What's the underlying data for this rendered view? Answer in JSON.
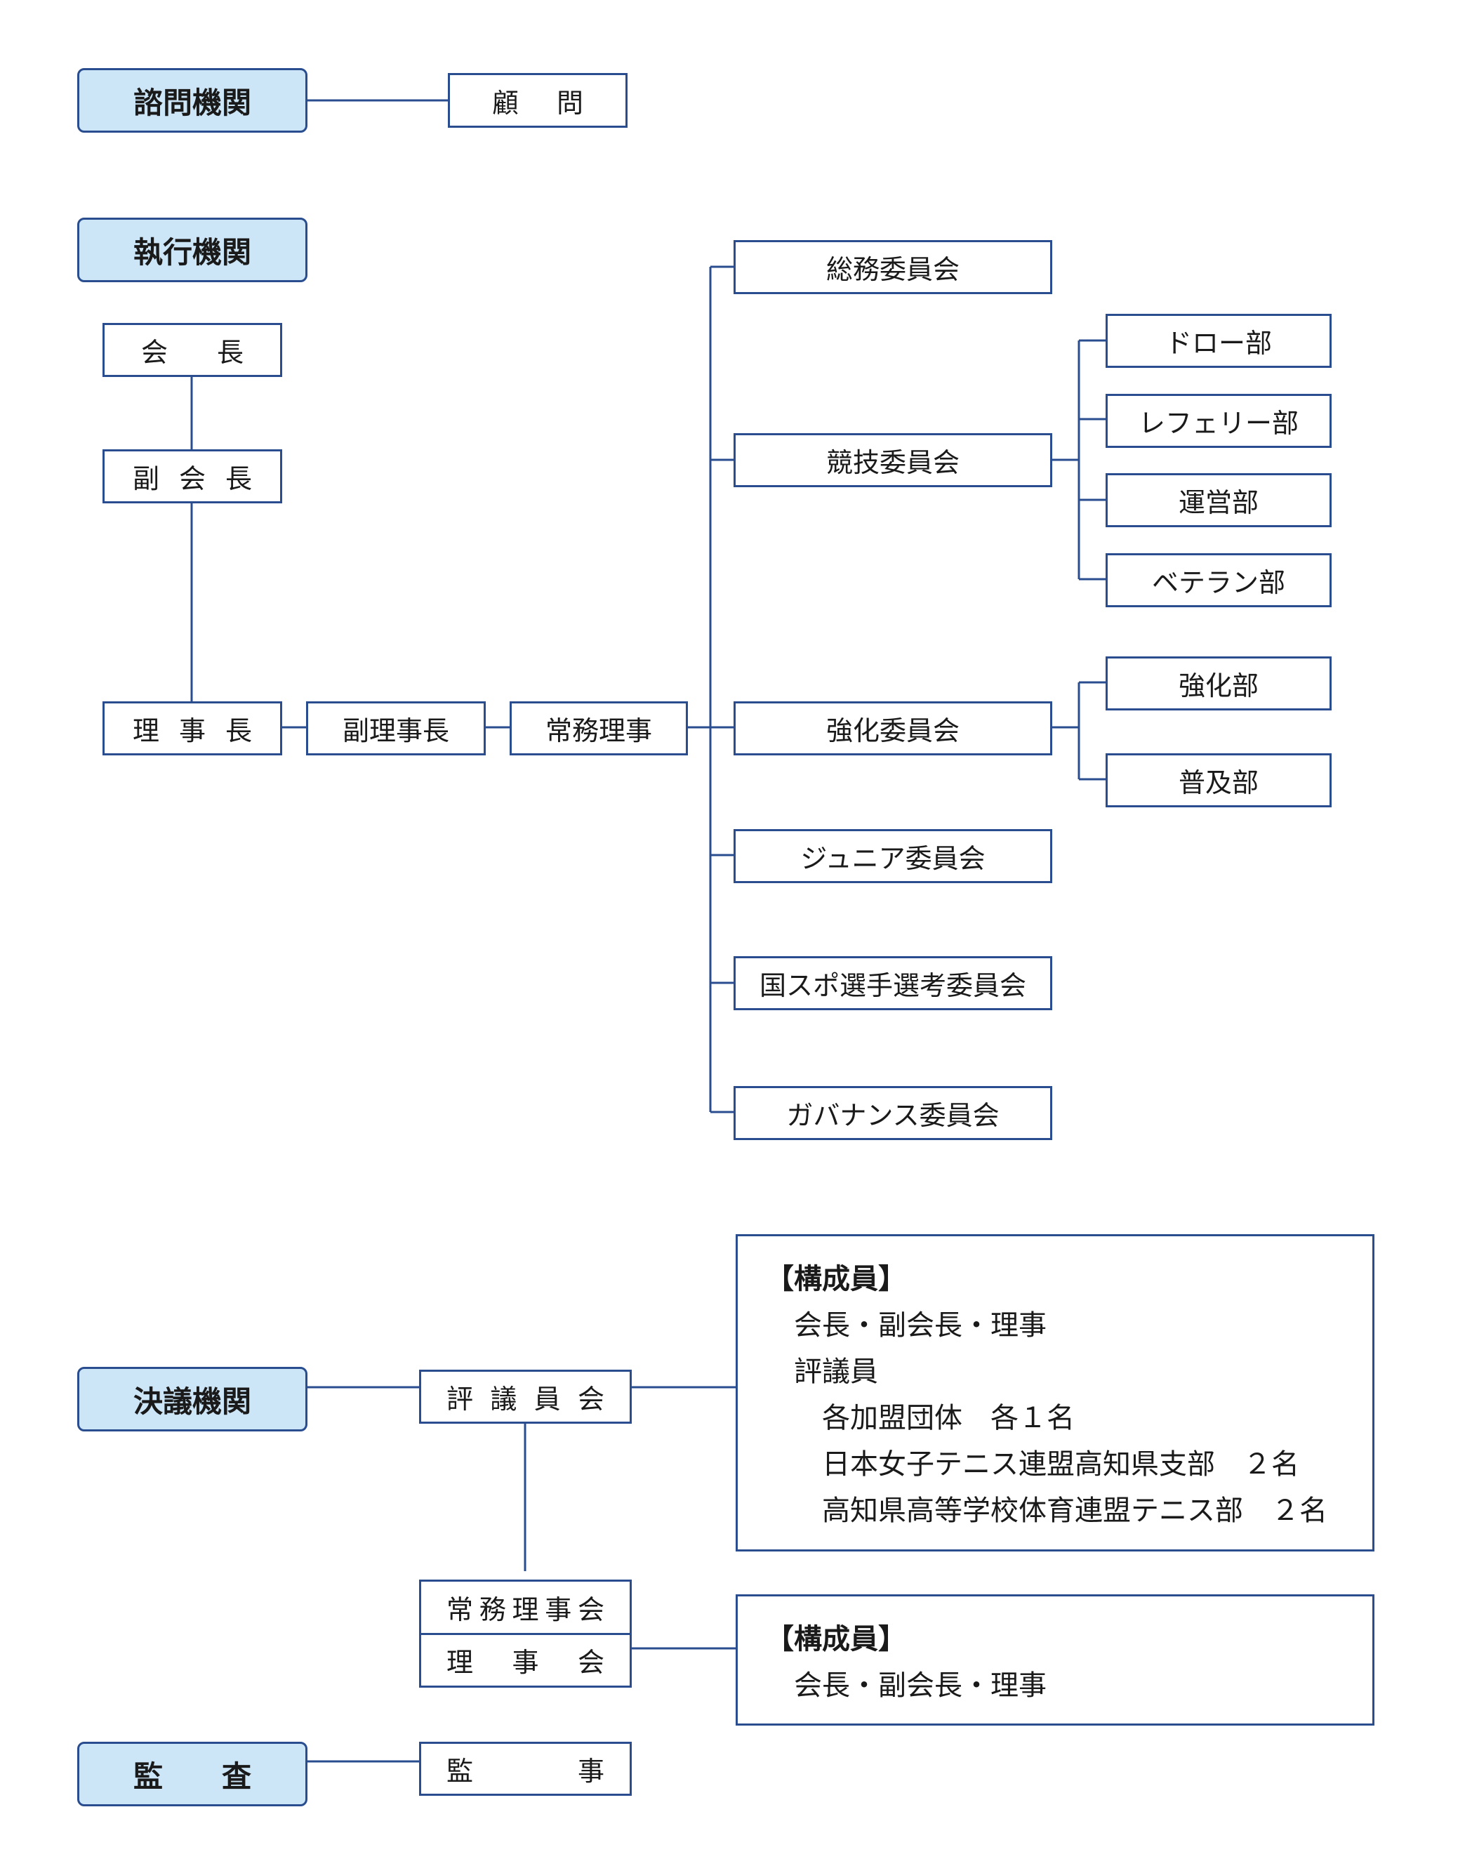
{
  "advisory": {
    "category": "諮問機関",
    "box": [
      "顧",
      "問"
    ]
  },
  "executive": {
    "category": "執行機関",
    "chain": {
      "president": [
        "会",
        "長"
      ],
      "vice_president": [
        "副",
        "会",
        "長"
      ],
      "chairman": [
        "理",
        "事",
        "長"
      ],
      "vice_chairman": "副理事長",
      "managing_director": "常務理事"
    },
    "committees": {
      "general_affairs": "総務委員会",
      "competition": "競技委員会",
      "strengthening": "強化委員会",
      "junior": "ジュニア委員会",
      "national_sports_selection": "国スポ選手選考委員会",
      "governance": "ガバナンス委員会"
    },
    "competition_departments": [
      "ドロー部",
      "レフェリー部",
      "運営部",
      "ベテラン部"
    ],
    "strengthening_departments": [
      "強化部",
      "普及部"
    ]
  },
  "deliberative": {
    "category": "決議機関",
    "council": [
      "評",
      "議",
      "員",
      "会"
    ],
    "board_top": [
      "常",
      "務",
      "理",
      "事",
      "会"
    ],
    "board_bottom": [
      "理",
      "事",
      "会"
    ],
    "council_members": {
      "heading": "【構成員】",
      "line1": "会長・副会長・理事",
      "line2": "評議員",
      "line3": "各加盟団体　各１名",
      "line4": "日本女子テニス連盟高知県支部　２名",
      "line5": "高知県高等学校体育連盟テニス部　２名"
    },
    "board_members": {
      "heading": "【構成員】",
      "line1": "会長・副会長・理事"
    }
  },
  "audit": {
    "category": "監　　査",
    "box": [
      "監",
      "事"
    ]
  },
  "colors": {
    "line": "#2a4d8f",
    "category_fill": "#cce6f7"
  }
}
